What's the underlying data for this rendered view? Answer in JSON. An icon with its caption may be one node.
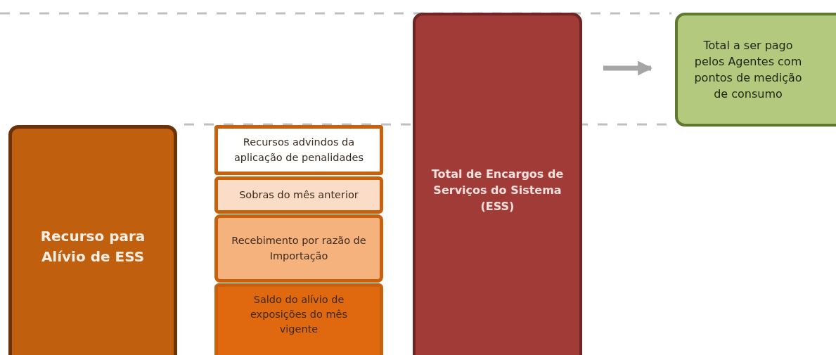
{
  "diagram": {
    "nodes": [
      {
        "text": [
          "Recurso para Alívio de ESS"
        ]
      },
      {
        "text": [
          "Recursos advindos da aplicação de penalidades"
        ]
      },
      {
        "text": [
          "Sobras do mês anterior"
        ]
      },
      {
        "text": [
          "Recebimento por razão de Importação"
        ]
      },
      {
        "text": [
          "Saldo do alívio de exposições do mês vigente"
        ]
      },
      {
        "text": [
          "Total de Encargos de Serviços do Sistema (ESS)"
        ]
      },
      {
        "text": [
          "Total a ser pago pelos Agentes com pontos de medição de consumo"
        ]
      }
    ],
    "edges": [
      {
        "from": 5,
        "to": 6,
        "arrow": "to"
      }
    ]
  }
}
